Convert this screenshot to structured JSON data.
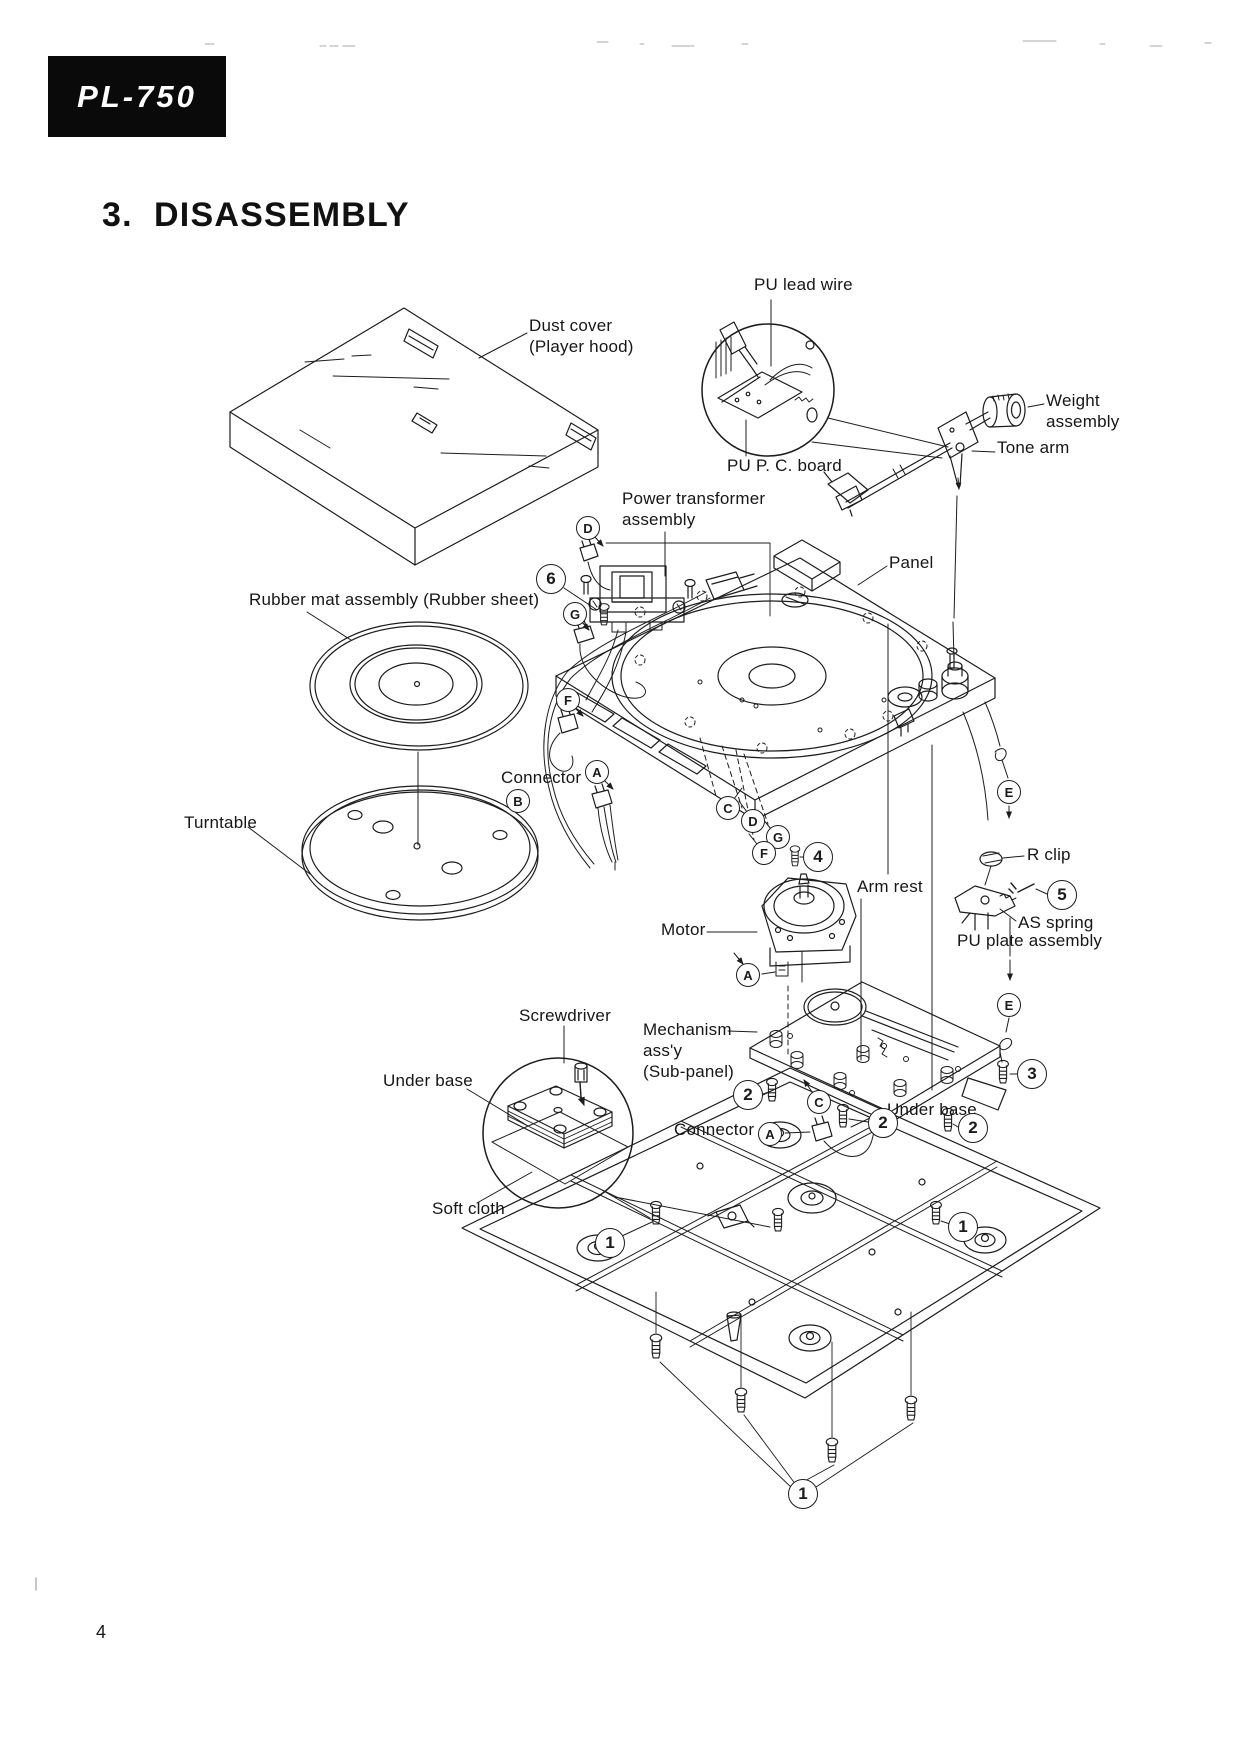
{
  "page": {
    "model_badge": "PL-750",
    "section_title": "3.  DISASSEMBLY",
    "page_number": "4"
  },
  "diagram": {
    "labels": [
      {
        "id": "pu-lead-wire",
        "text": "PU lead wire"
      },
      {
        "id": "dust-cover",
        "text": "Dust cover\n(Player hood)"
      },
      {
        "id": "weight-assembly",
        "text": "Weight\nassembly"
      },
      {
        "id": "tone-arm",
        "text": "Tone arm"
      },
      {
        "id": "pu-pc-board",
        "text": "PU P. C. board"
      },
      {
        "id": "power-transformer",
        "text": "Power transformer\nassembly"
      },
      {
        "id": "panel",
        "text": "Panel"
      },
      {
        "id": "rubber-mat",
        "text": "Rubber mat assembly (Rubber sheet)"
      },
      {
        "id": "connector-b",
        "text": "Connector"
      },
      {
        "id": "turntable",
        "text": "Turntable"
      },
      {
        "id": "r-clip",
        "text": "R clip"
      },
      {
        "id": "arm-rest",
        "text": "Arm rest"
      },
      {
        "id": "as-spring",
        "text": "AS spring"
      },
      {
        "id": "pu-plate-assembly",
        "text": "PU plate assembly"
      },
      {
        "id": "motor",
        "text": "Motor"
      },
      {
        "id": "screwdriver",
        "text": "Screwdriver"
      },
      {
        "id": "under-base-inset",
        "text": "Under base"
      },
      {
        "id": "mechanism",
        "text": "Mechanism\nass'y\n(Sub-panel)"
      },
      {
        "id": "connector-a",
        "text": "Connector"
      },
      {
        "id": "soft-cloth",
        "text": "Soft cloth"
      },
      {
        "id": "under-base-bottom",
        "text": "Under base"
      }
    ],
    "callouts": [
      {
        "t": "6"
      },
      {
        "t": "4"
      },
      {
        "t": "5"
      },
      {
        "t": "3"
      },
      {
        "t": "2"
      },
      {
        "t": "2"
      },
      {
        "t": "2"
      },
      {
        "t": "1"
      },
      {
        "t": "1"
      },
      {
        "t": "1"
      },
      {
        "t": "D"
      },
      {
        "t": "G"
      },
      {
        "t": "F"
      },
      {
        "t": "A"
      },
      {
        "t": "B"
      },
      {
        "t": "C"
      },
      {
        "t": "D"
      },
      {
        "t": "G"
      },
      {
        "t": "F"
      },
      {
        "t": "E"
      },
      {
        "t": "A"
      },
      {
        "t": "E"
      },
      {
        "t": "C"
      },
      {
        "t": "A"
      }
    ]
  }
}
